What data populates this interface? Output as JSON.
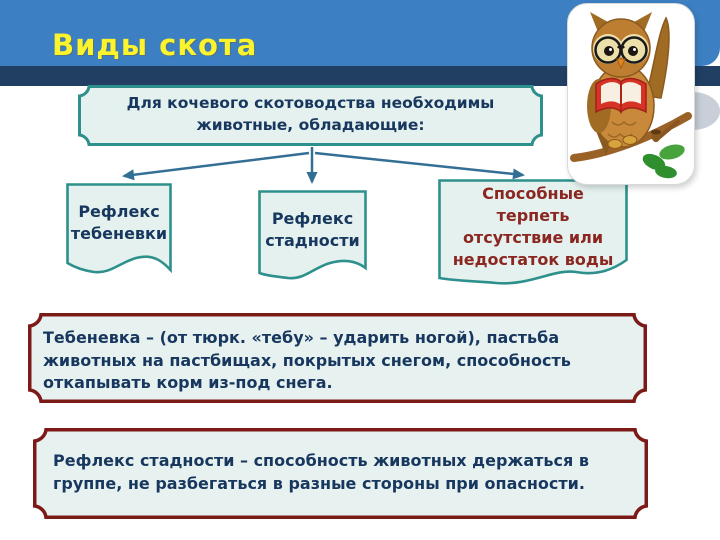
{
  "header": {
    "title": "Виды скота"
  },
  "intro_box": {
    "lines": [
      "Для кочевого скотоводства необходимы",
      "животные, обладающие:"
    ]
  },
  "branch_boxes": [
    {
      "lines": [
        "Рефлекс",
        "тебеневки"
      ]
    },
    {
      "lines": [
        "Рефлекс",
        "стадности"
      ]
    },
    {
      "lines": [
        "Способные",
        "терпеть",
        "отсутствие или",
        "недостаток воды"
      ]
    }
  ],
  "definition_boxes": [
    {
      "lines": [
        "Тебеневка – (от тюрк. «тебу» – ударить ногой), пастьба",
        "животных на пастбищах, покрытых снегом, способность",
        "откапывать корм из-под снега."
      ]
    },
    {
      "lines": [
        "Рефлекс стадности – способность животных держаться в",
        "группе, не разбегаться в разные стороны при опасности."
      ]
    }
  ],
  "icons": {
    "mascot": "owl-reading-book-icon"
  },
  "colors": {
    "header_blue": "#3C80C3",
    "header_accent_navy": "#203F63",
    "title_yellow": "#FBF32B",
    "teal_border": "#2E908C",
    "box_fill_mint": "#E4F1EE",
    "maroon_border": "#7C1A17",
    "text_navy": "#17375E",
    "text_maroon": "#8B2621",
    "arrow_blue": "#336F95"
  }
}
